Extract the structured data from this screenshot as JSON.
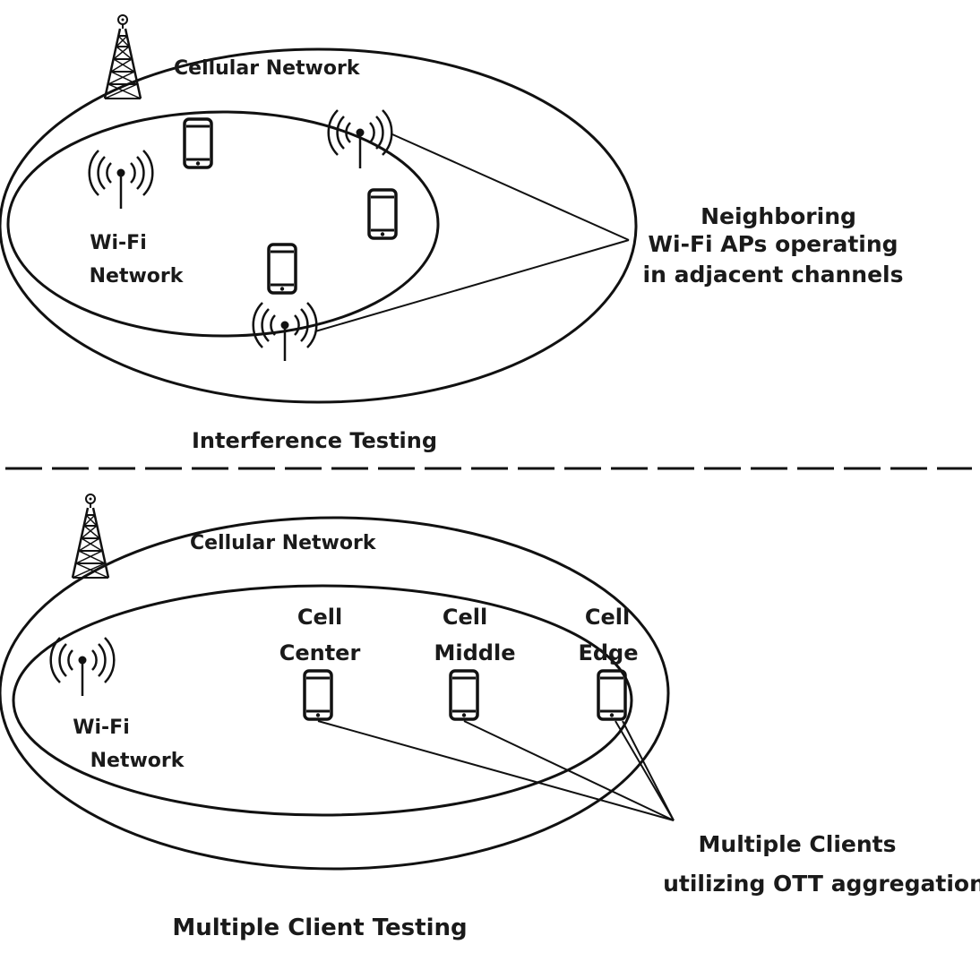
{
  "top_panel": {
    "cellular_label": "Cellular Network",
    "wifi_label_line1": "Wi-Fi",
    "wifi_label_line2": "Network",
    "callout_line1": "Neighboring",
    "callout_line2": "Wi-Fi APs operating",
    "callout_line3": "in adjacent channels",
    "caption": "Interference Testing"
  },
  "bottom_panel": {
    "cellular_label": "Cellular Network",
    "wifi_label_line1": "Wi-Fi",
    "wifi_label_line2": "Network",
    "clients": [
      {
        "line1": "Cell",
        "line2": "Center"
      },
      {
        "line1": "Cell",
        "line2": "Middle"
      },
      {
        "line1": "Cell",
        "line2": "Edge"
      }
    ],
    "callout_line1": "Multiple Clients",
    "callout_line2": "utilizing OTT aggregation",
    "caption": "Multiple Client Testing"
  },
  "icons": {
    "tower": "cell-tower-icon",
    "access_point": "wifi-access-point-icon",
    "phone": "smartphone-icon"
  },
  "colors": {
    "ink": "#111111",
    "background": "#ffffff"
  }
}
